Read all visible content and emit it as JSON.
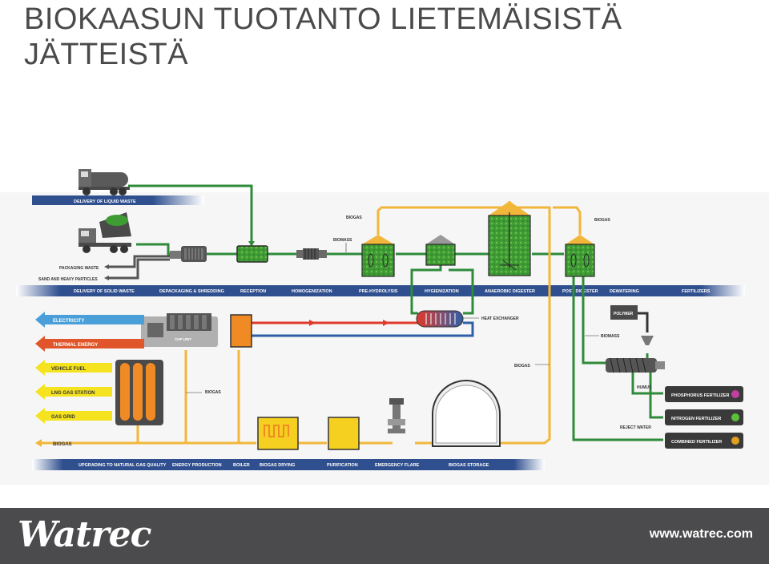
{
  "title": "BIOKAASUN TUOTANTO LIETEMÄISISTÄ JÄTTEISTÄ",
  "diagram": {
    "top_bar": [
      "DELIVERY OF SOLID WASTE",
      "DEPACKAGING & SHREDDING",
      "RECEPTION",
      "HOMOGENIZATION",
      "PRE-HYDROLYSIS",
      "HYGIENIZATION",
      "ANAEROBIC DIGESTER",
      "POST DIGESTER",
      "DEWATERING",
      "FERTILIZERS"
    ],
    "bottom_bar": [
      "UPGRADING TO NATURAL GAS QUALITY",
      "ENERGY PRODUCTION",
      "BOILER",
      "BIOGAS DRYING",
      "PURIFICATION",
      "EMERGENCY FLARE",
      "BIOGAS STORAGE"
    ],
    "labels": {
      "delivery_liquid": "DELIVERY OF LIQUID WASTE",
      "packaging_waste": "PACKAGING WASTE",
      "sand": "SAND AND HEAVY PARTICLES",
      "biogas_1": "BIOGAS",
      "biogas_2": "BIOGAS",
      "biogas_3": "BIOGAS",
      "biogas_4": "BIOGAS",
      "biomass_1": "BIOMASS",
      "biomass_2": "BIOMASS",
      "heat_exchanger": "HEAT EXCHANGER",
      "polymer": "POLYMER",
      "humus": "HUMUS",
      "reject_water": "REJECT WATER",
      "chp_unit": "CHP UNIT"
    },
    "outputs": [
      "ELECTRICITY",
      "THERMAL ENERGY",
      "VEHICLE FUEL",
      "LNG GAS STATION",
      "GAS GRID",
      "BIOGAS"
    ],
    "fertilizers": [
      "PHOSPHORUS FERTILIZER",
      "NITROGEN FERTILIZER",
      "COMBINED FERTILIZER"
    ]
  },
  "footer": {
    "logo": "Watrec",
    "website": "www.watrec.com"
  },
  "colors": {
    "green": "#2e8b3a",
    "yellow": "#f2b73a",
    "red": "#e03a2a",
    "blue": "#2f5fa8",
    "bar": "#2f4f8f"
  }
}
